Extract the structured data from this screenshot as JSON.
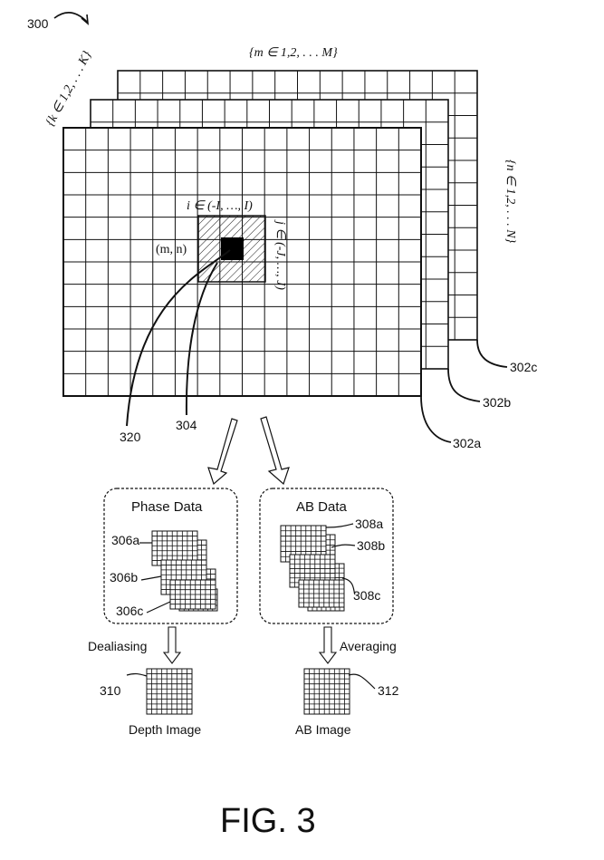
{
  "figure": {
    "ref_300": "300",
    "caption": "FIG. 3"
  },
  "frames": {
    "m_index": "{m ∈  1,2, . . . M}",
    "k_index": "{k ∈  1,2, . . . K}",
    "n_index": "{n ∈  1,2, . . . N}",
    "ref_302a": "302a",
    "ref_302b": "302b",
    "ref_302c": "302c"
  },
  "window": {
    "i_range": "i ∈ (-I, …, I)",
    "j_range": "j ∈ (-J, …, J)",
    "pixel_label": "(m, n)",
    "ref_320": "320",
    "ref_304": "304"
  },
  "phase_box": {
    "title": "Phase Data",
    "ref_a": "306a",
    "ref_b": "306b",
    "ref_c": "306c"
  },
  "ab_box": {
    "title": "AB Data",
    "ref_a": "308a",
    "ref_b": "308b",
    "ref_c": "308c"
  },
  "outputs": {
    "dealiasing": "Dealiasing",
    "averaging": "Averaging",
    "depth_image": "Depth Image",
    "ab_image": "AB Image",
    "ref_310": "310",
    "ref_312": "312"
  }
}
